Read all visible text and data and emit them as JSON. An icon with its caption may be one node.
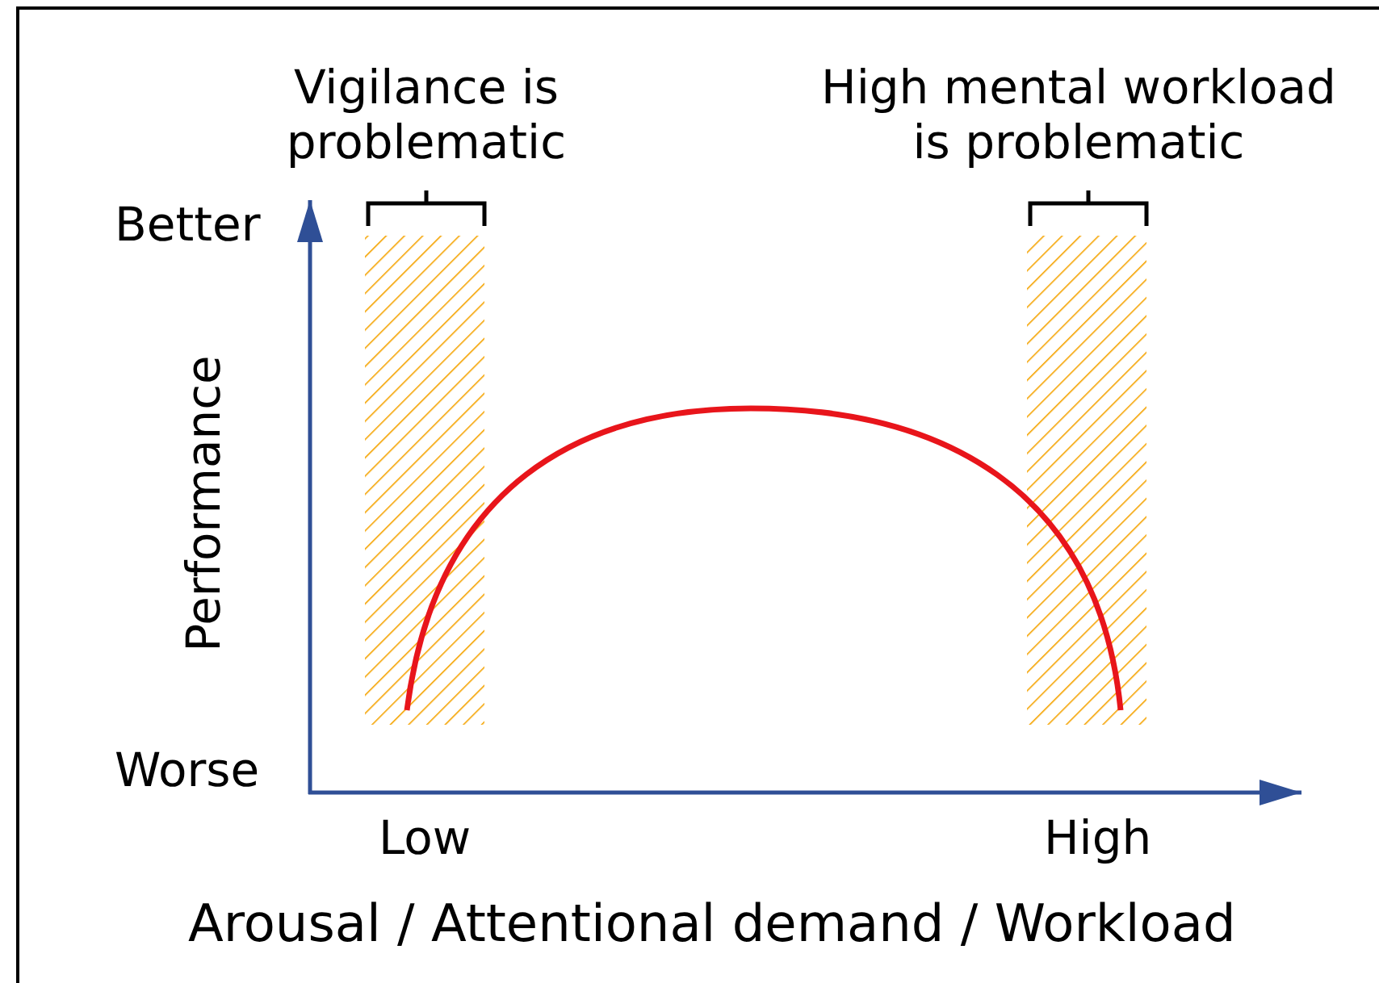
{
  "diagram": {
    "labels": [
      "Vigilance is problematic",
      "High mental workload is problematic",
      "Better",
      "Performance",
      "Worse",
      "Low",
      "High",
      "Arousal / Attentional demand / Workload"
    ]
  }
}
